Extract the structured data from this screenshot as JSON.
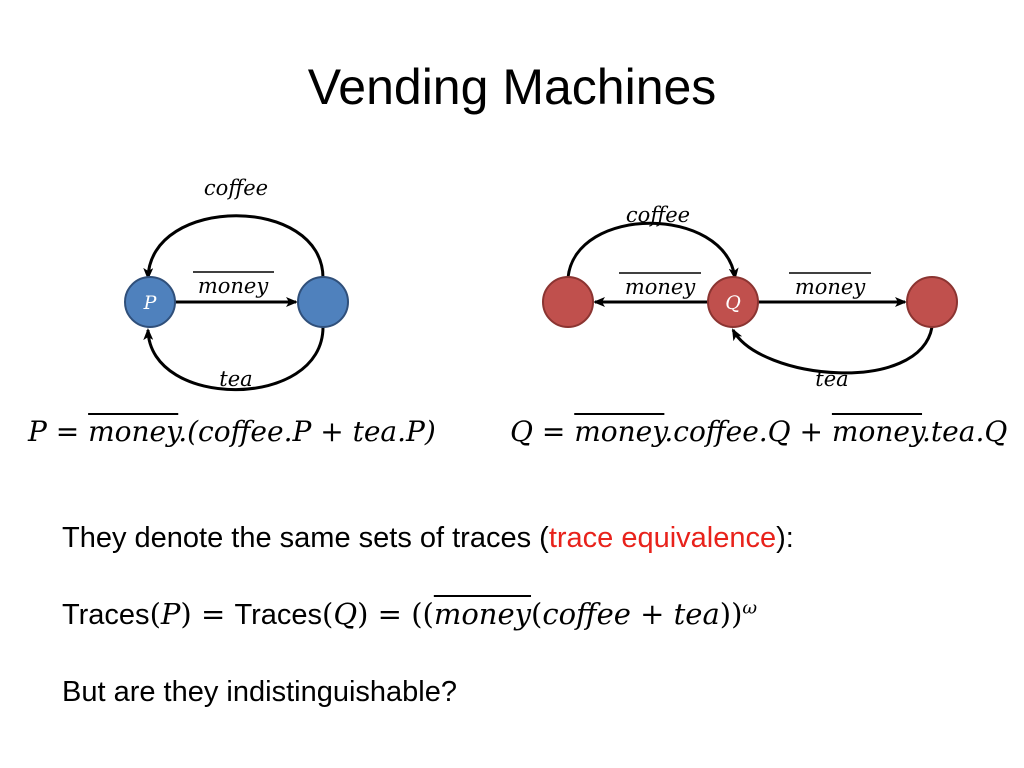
{
  "slide": {
    "title": "Vending Machines"
  },
  "diagram_p": {
    "node_start_label": "P",
    "edge_money": "money",
    "edge_coffee": "coffee",
    "edge_tea": "tea",
    "node_color": "#4f81bd",
    "node_stroke": "#2f4f7a"
  },
  "diagram_q": {
    "node_start_label": "Q",
    "edge_money_left": "money",
    "edge_money_right": "money",
    "edge_coffee": "coffee",
    "edge_tea": "tea",
    "node_color": "#c0504d",
    "node_stroke": "#8b3431"
  },
  "equation_p": {
    "lhs": "P",
    "equals": " = ",
    "money": "money",
    "rest": ".(coffee.P + tea.P)"
  },
  "equation_q": {
    "lhs": "Q",
    "equals": " = ",
    "money1": "money",
    "part1": ".coffee.Q + ",
    "money2": "money",
    "part2": ".tea.Q"
  },
  "statement": {
    "before": "They denote the same sets of traces (",
    "highlight": "trace equivalence",
    "after": "):",
    "highlight_color": "#e8221b"
  },
  "traces": {
    "traces_word_1": "Traces",
    "arg1": "P",
    "traces_word_2": "Traces",
    "arg2": "Q",
    "money": "money",
    "inner": "coffee + tea",
    "omega": "ω"
  },
  "question": {
    "text": "But are they indistinguishable?"
  }
}
